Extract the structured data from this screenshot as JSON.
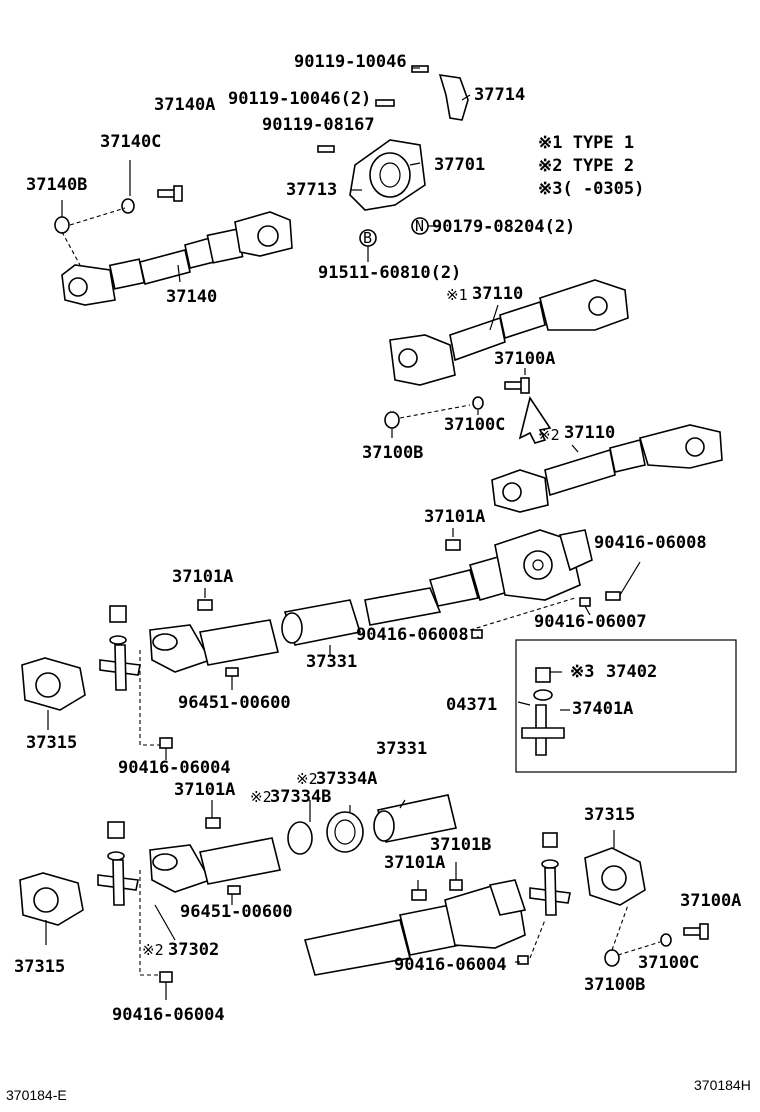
{
  "legend": {
    "note1": "※1 TYPE 1",
    "note2": "※2 TYPE 2",
    "note3": "※3(     -0305)"
  },
  "labels": {
    "l_90119_10046_top": "90119-10046",
    "l_37714": "37714",
    "l_37140A": "37140A",
    "l_90119_10046_2": "90119-10046(2)",
    "l_90119_08167": "90119-08167",
    "l_37140C": "37140C",
    "l_37701": "37701",
    "l_37140B": "37140B",
    "l_37713": "37713",
    "l_90179_08204": "90179-08204(2)",
    "l_91511_60810": "91511-60810(2)",
    "l_37140": "37140",
    "l_37110_t1": "37110",
    "l_37100A_top": "37100A",
    "l_37100C_top": "37100C",
    "l_37100B_top": "37100B",
    "l_37110_t2": "37110",
    "l_37101A_1": "37101A",
    "l_90416_06008_a": "90416-06008",
    "l_37101A_2": "37101A",
    "l_90416_06008_b": "90416-06008",
    "l_90416_06007": "90416-06007",
    "l_37331_a": "37331",
    "l_37402": "37402",
    "l_04371": "04371",
    "l_37401A": "37401A",
    "l_96451_00600_a": "96451-00600",
    "l_37315_a": "37315",
    "l_90416_06004_a": "90416-06004",
    "l_37331_b": "37331",
    "l_37334A": "37334A",
    "l_37101A_3": "37101A",
    "l_37334B": "37334B",
    "l_37315_b": "37315",
    "l_37101B": "37101B",
    "l_37101A_4": "37101A",
    "l_37100A_bot": "37100A",
    "l_96451_00600_b": "96451-00600",
    "l_37302": "37302",
    "l_37315_c": "37315",
    "l_37100C_bot": "37100C",
    "l_90416_06004_b": "90416-06004",
    "l_37100B_bot": "37100B",
    "l_90416_06004_c": "90416-06004"
  },
  "marks": {
    "m1": "※1",
    "m2": "※2",
    "m3": "※3",
    "m2b": "※2",
    "m2c": "※2"
  },
  "circles": {
    "B": "B",
    "N": "N"
  },
  "footer": {
    "left_code": "370184-E",
    "right_code": "370184H"
  }
}
